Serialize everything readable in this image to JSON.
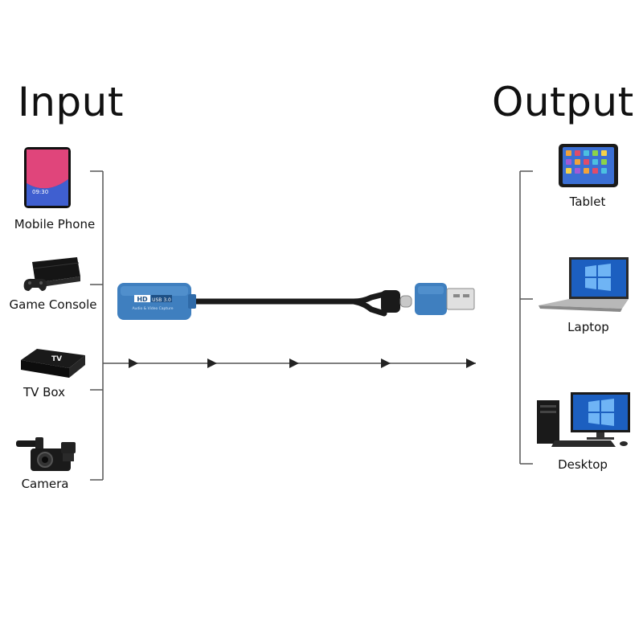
{
  "headings": {
    "input": "Input",
    "output": "Output"
  },
  "inputs": [
    {
      "label": "Mobile Phone",
      "icon": "mobile-phone-icon"
    },
    {
      "label": "Game Console",
      "icon": "game-console-icon"
    },
    {
      "label": "TV Box",
      "icon": "tv-box-icon"
    },
    {
      "label": "Camera",
      "icon": "camera-icon"
    }
  ],
  "outputs": [
    {
      "label": "Tablet",
      "icon": "tablet-icon"
    },
    {
      "label": "Laptop",
      "icon": "laptop-icon"
    },
    {
      "label": "Desktop",
      "icon": "desktop-icon"
    }
  ],
  "device": {
    "brand": "HD",
    "model": "USB 3.0",
    "subtitle": "Audio & Video Capture",
    "body_color": "#3f7fbf",
    "connector_color": "#3f7fbf"
  },
  "colors": {
    "lines": "#555555",
    "arrows": "#222222",
    "cable": "#1a1a1a"
  }
}
